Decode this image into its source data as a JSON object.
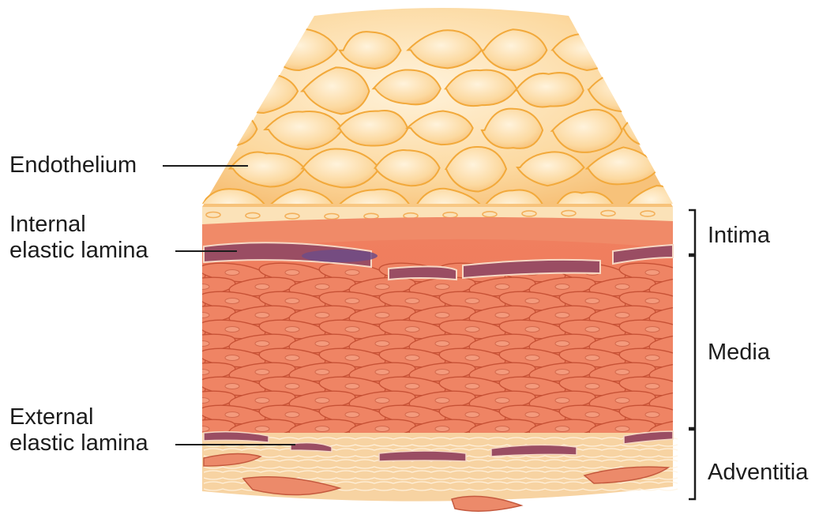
{
  "labels": {
    "endothelium": "Endothelium",
    "internal_elastic_lamina": [
      "Internal",
      "elastic lamina"
    ],
    "external_elastic_lamina": [
      "External",
      "elastic lamina"
    ],
    "intima": "Intima",
    "media": "Media",
    "adventitia": "Adventitia"
  },
  "colors": {
    "endothelium_fill": "#fcd9a0",
    "endothelium_border": "#f2a93b",
    "media_fill": "#ee7f5f",
    "media_cell_border": "#c75236",
    "elastic_lamina": "#9a4d63",
    "adventitia_fill": "#f7d3a2",
    "adventitia_cell": "#ec8a6a",
    "label_text": "#1c1c1c"
  }
}
